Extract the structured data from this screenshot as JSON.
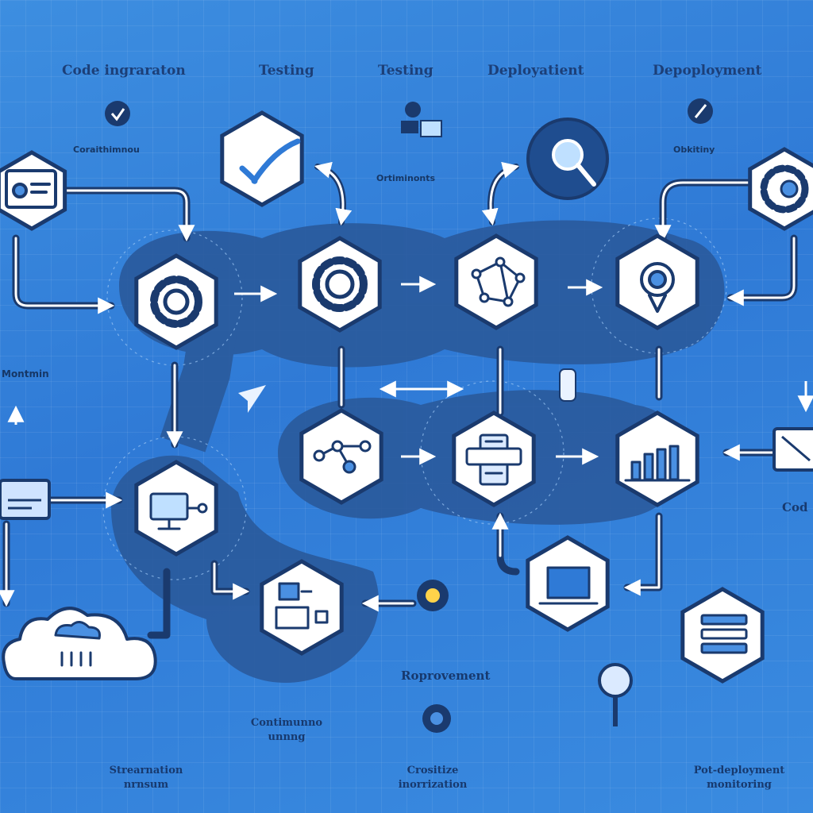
{
  "header_labels": [
    "Code ingraraton",
    "Testing",
    "Testing",
    "Deployatient",
    "Depoployment"
  ],
  "side_labels": {
    "coraithimnou": "Coraithimnou",
    "ortiminonts": "Ortiminonts",
    "obkitiny": "Obkitiny",
    "montmin": "Montmin",
    "code_edge": "Cod"
  },
  "bottom_labels": {
    "roprovement": "Roprovement",
    "continuous": "Contimunno\nunnng",
    "streamation": "Strearnation\nnrnsum",
    "crositize": "Crositize\ninorrization",
    "post_deploy": "Pot-deployment\nmonitoring"
  },
  "colors": {
    "background": "#3a8ae0",
    "pathway": "#2a5a9c",
    "hex_fill": "#ffffff",
    "hex_stroke": "#1a3a6e",
    "icon": "#1a3a6e",
    "accent": "#4a90e2"
  },
  "nodes": [
    {
      "id": "top-left-card",
      "icon": "settings-card-icon"
    },
    {
      "id": "test-check",
      "icon": "checkmark-icon"
    },
    {
      "id": "gear-1",
      "icon": "gear-icon"
    },
    {
      "id": "gear-2",
      "icon": "gear-icon"
    },
    {
      "id": "network",
      "icon": "network-icon"
    },
    {
      "id": "search-circle",
      "icon": "magnifier-icon"
    },
    {
      "id": "target",
      "icon": "target-icon"
    },
    {
      "id": "gear-right",
      "icon": "gear-icon"
    },
    {
      "id": "flow",
      "icon": "flow-nodes-icon"
    },
    {
      "id": "server",
      "icon": "server-icon"
    },
    {
      "id": "bar-chart",
      "icon": "bar-chart-icon"
    },
    {
      "id": "monitor",
      "icon": "monitor-icon"
    },
    {
      "id": "doc-flow",
      "icon": "document-flow-icon"
    },
    {
      "id": "laptop",
      "icon": "laptop-icon"
    },
    {
      "id": "list",
      "icon": "list-icon"
    },
    {
      "id": "cloud",
      "icon": "cloud-icon"
    }
  ]
}
